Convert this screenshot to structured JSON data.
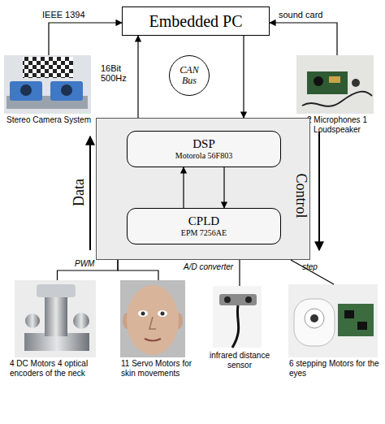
{
  "diagram": {
    "nodes": [
      {
        "text": [
          "Embedded PC"
        ]
      },
      {
        "text": [
          "Stereo Camera System"
        ]
      },
      {
        "text": [
          "CAN Bus"
        ]
      },
      {
        "text": [
          "2 Microphones 1 Loudspeaker"
        ]
      },
      {
        "text": [
          "Data",
          "Control"
        ]
      },
      {
        "text": [
          "DSP",
          "Motorola 56F803"
        ],
        "in": 4
      },
      {
        "text": [
          "CPLD",
          "EPM 7256AE"
        ],
        "in": 4
      },
      {
        "text": [
          "4 DC Motors 4 optical encoders of the neck"
        ]
      },
      {
        "text": [
          "11 Servo Motors for skin movements"
        ]
      },
      {
        "text": [
          "infrared distance sensor"
        ]
      },
      {
        "text": [
          "6 stepping Motors for the eyes"
        ]
      }
    ],
    "edges": [
      {
        "from": 1,
        "to": 0,
        "arrow": "to",
        "label": "IEEE 1394"
      },
      {
        "from": 3,
        "to": 0,
        "arrow": "to",
        "label": "sound card"
      },
      {
        "from": 4,
        "to": 0,
        "arrow": "to",
        "label": "16Bit 500Hz"
      },
      {
        "from": 0,
        "to": 4,
        "arrow": "to"
      },
      {
        "from": 6,
        "to": 5,
        "arrow": "to"
      },
      {
        "from": 5,
        "to": 6,
        "arrow": "to"
      },
      {
        "from": 4,
        "to": 7,
        "arrow": "none",
        "label": "PWM"
      },
      {
        "from": 4,
        "to": 8,
        "arrow": "none"
      },
      {
        "from": 4,
        "to": 9,
        "arrow": "none",
        "label": "A/D converter"
      },
      {
        "from": 4,
        "to": 10,
        "arrow": "none",
        "label": "step"
      }
    ]
  }
}
